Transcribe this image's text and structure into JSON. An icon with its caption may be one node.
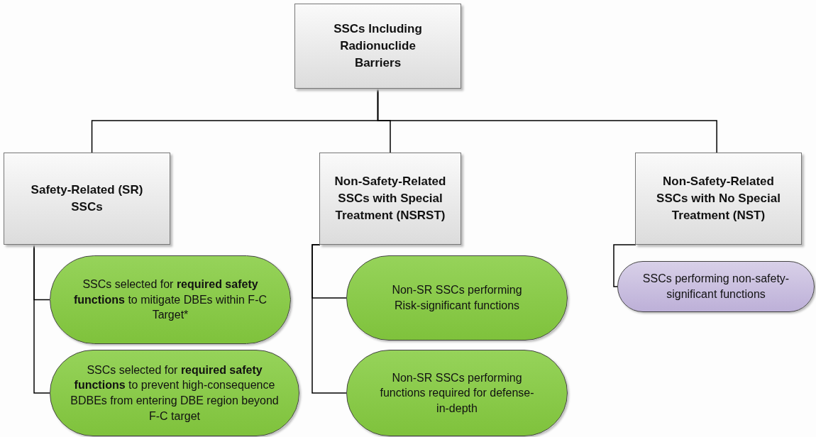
{
  "diagram": {
    "nodes": [
      {
        "text": [
          "SSCs Including Radionuclide Barriers"
        ]
      },
      {
        "text": [
          "Safety-Related (SR) SSCs"
        ]
      },
      {
        "text": [
          "Non-Safety-Related SSCs with Special Treatment (NSRST)"
        ]
      },
      {
        "text": [
          "Non-Safety-Related SSCs with No Special Treatment (NST)"
        ]
      },
      {
        "text": [
          "SSCs selected for **required safety functions** to mitigate DBEs within F-C Target*"
        ]
      },
      {
        "text": [
          "SSCs selected for **required safety functions** to prevent high-consequence BDBEs from entering DBE region beyond F-C target"
        ]
      },
      {
        "text": [
          "Non-SR SSCs performing Risk-significant functions"
        ]
      },
      {
        "text": [
          "Non-SR SSCs performing functions required for defense-in-depth"
        ]
      },
      {
        "text": [
          "SSCs performing non-safety-significant functions"
        ]
      }
    ],
    "edges": [
      {
        "from": 0,
        "to": 1,
        "arrow": "none"
      },
      {
        "from": 0,
        "to": 2,
        "arrow": "none"
      },
      {
        "from": 0,
        "to": 3,
        "arrow": "none"
      },
      {
        "from": 1,
        "to": 4,
        "arrow": "none"
      },
      {
        "from": 1,
        "to": 5,
        "arrow": "none"
      },
      {
        "from": 2,
        "to": 6,
        "arrow": "none"
      },
      {
        "from": 2,
        "to": 7,
        "arrow": "none"
      },
      {
        "from": 3,
        "to": 8,
        "arrow": "none"
      }
    ]
  }
}
